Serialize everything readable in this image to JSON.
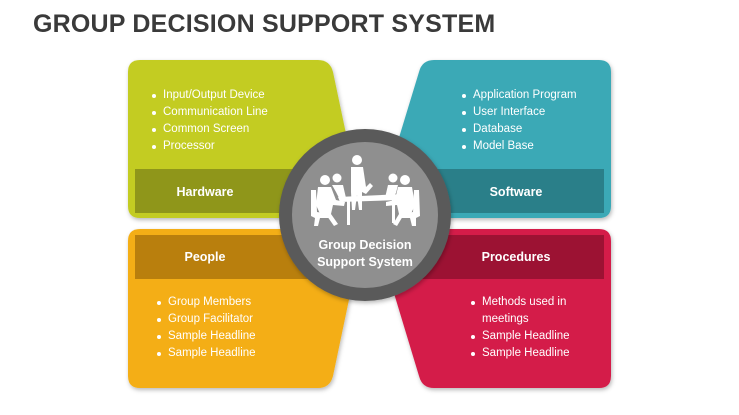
{
  "title": "GROUP DECISION SUPPORT SYSTEM",
  "center": {
    "label_line1": "Group Decision",
    "label_line2": "Support System"
  },
  "panels": {
    "hardware": {
      "label": "Hardware",
      "items": [
        "Input/Output Device",
        "Communication Line",
        "Common Screen",
        "Processor"
      ]
    },
    "software": {
      "label": "Software",
      "items": [
        "Application Program",
        "User Interface",
        "Database",
        "Model Base"
      ]
    },
    "people": {
      "label": "People",
      "items": [
        "Group Members",
        "Group Facilitator",
        "Sample Headline",
        "Sample Headline"
      ]
    },
    "procedures": {
      "label": "Procedures",
      "items": [
        "Methods used in meetings",
        "Sample Headline",
        "Sample Headline"
      ]
    }
  },
  "colors": {
    "hardware": "#c3cc24",
    "hardware_band": "#8f961a",
    "software": "#3aa9b6",
    "software_band": "#2a7f89",
    "people": "#f4ae14",
    "people_band": "#b97f0d",
    "procedures": "#d41f4a",
    "procedures_band": "#9c1233",
    "center_ring": "#5a5a5a",
    "center_fill": "#8f8f8f"
  }
}
